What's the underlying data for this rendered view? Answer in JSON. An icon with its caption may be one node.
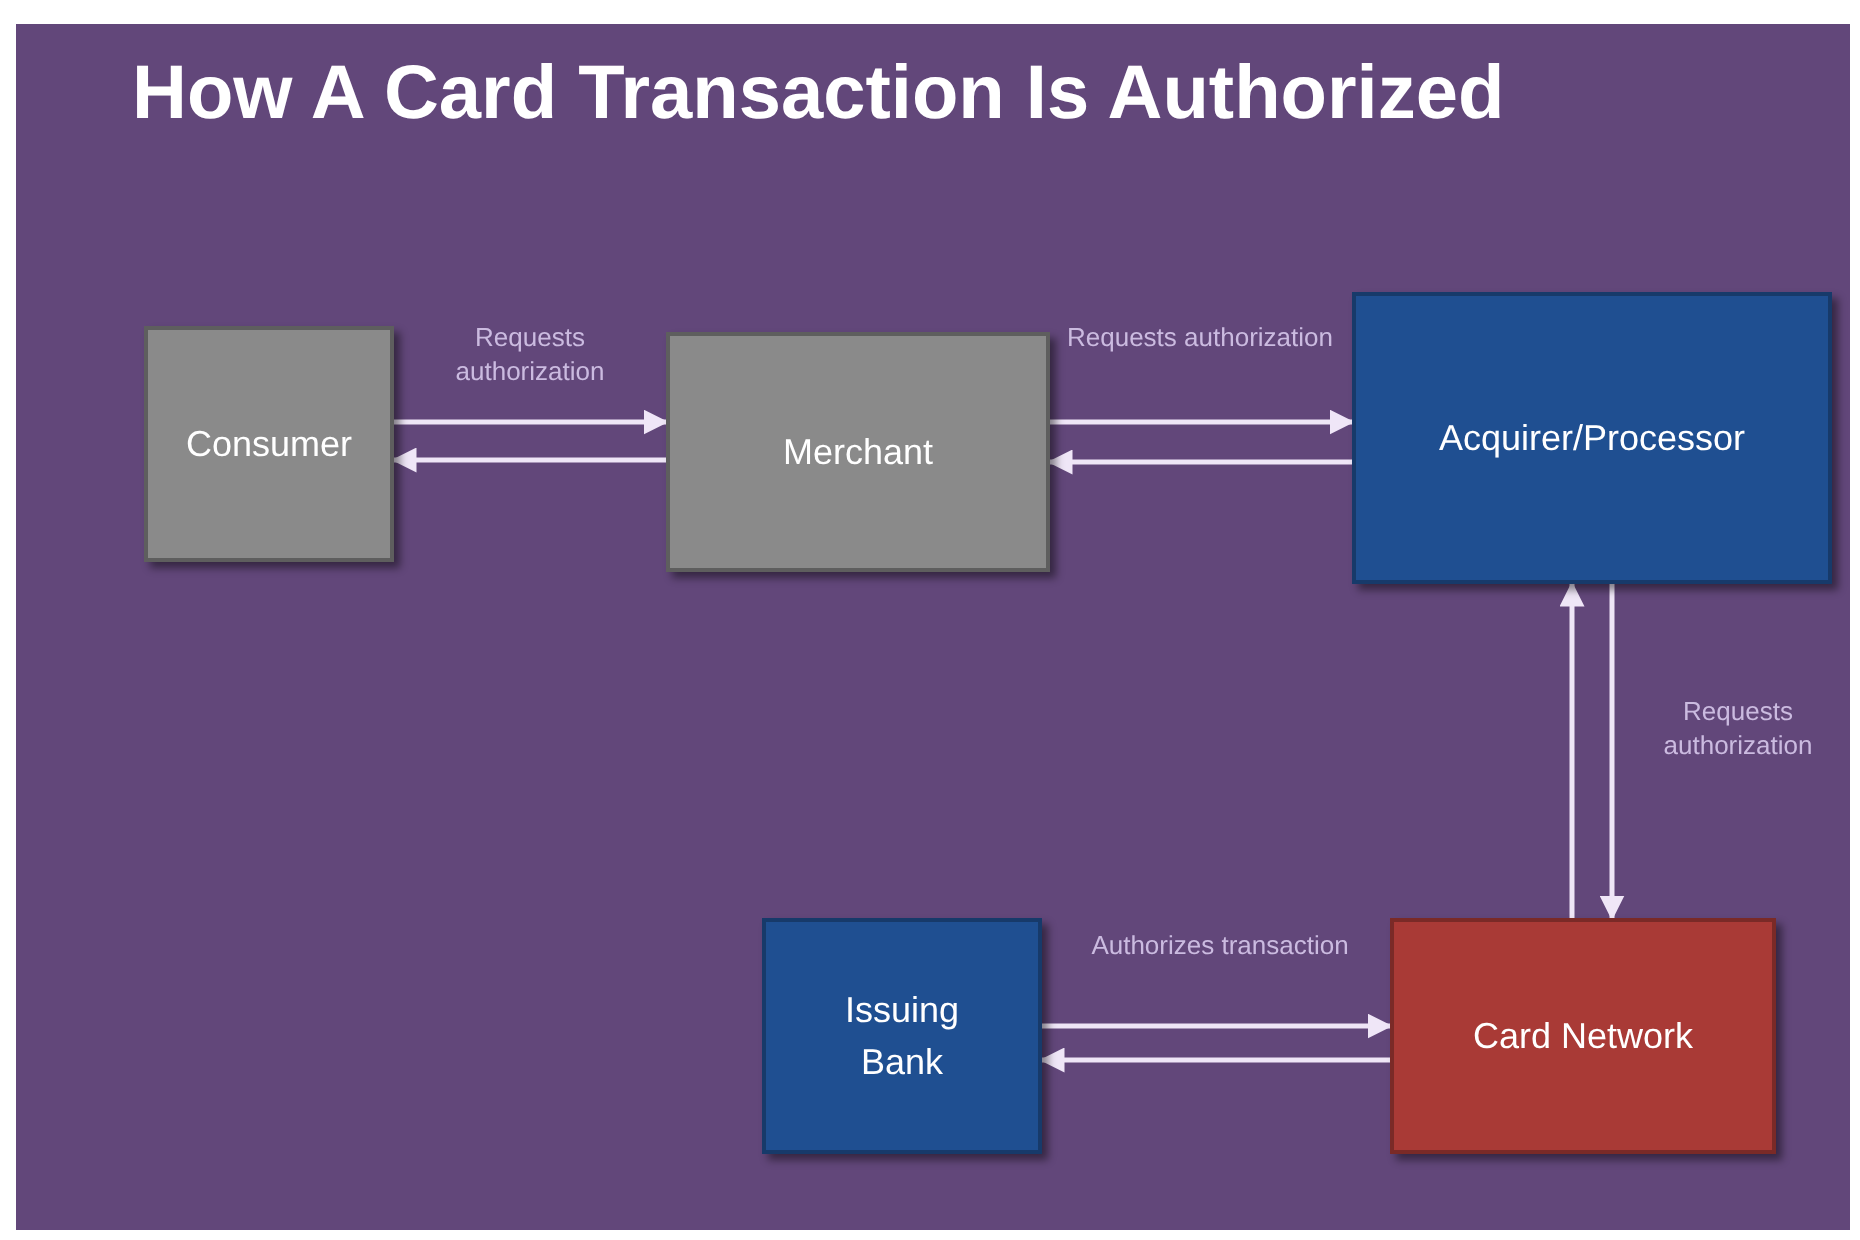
{
  "diagram": {
    "title": "How A Card Transaction Is Authorized",
    "nodes": [
      {
        "text": [
          "Consumer"
        ]
      },
      {
        "text": [
          "Merchant"
        ]
      },
      {
        "text": [
          "Acquirer/Processor"
        ]
      },
      {
        "text": [
          "Issuing Bank"
        ]
      },
      {
        "text": [
          "Card Network"
        ]
      }
    ],
    "edges": [
      {
        "from": 0,
        "to": 1,
        "arrow": "to",
        "label": "Requests authorization"
      },
      {
        "from": 1,
        "to": 0,
        "arrow": "to"
      },
      {
        "from": 1,
        "to": 2,
        "arrow": "to",
        "label": "Requests authorization"
      },
      {
        "from": 2,
        "to": 1,
        "arrow": "to"
      },
      {
        "from": 2,
        "to": 4,
        "arrow": "to",
        "label": "Requests authorization"
      },
      {
        "from": 4,
        "to": 2,
        "arrow": "to"
      },
      {
        "from": 3,
        "to": 4,
        "arrow": "to",
        "label": "Authorizes transaction"
      },
      {
        "from": 4,
        "to": 3,
        "arrow": "to"
      }
    ]
  }
}
